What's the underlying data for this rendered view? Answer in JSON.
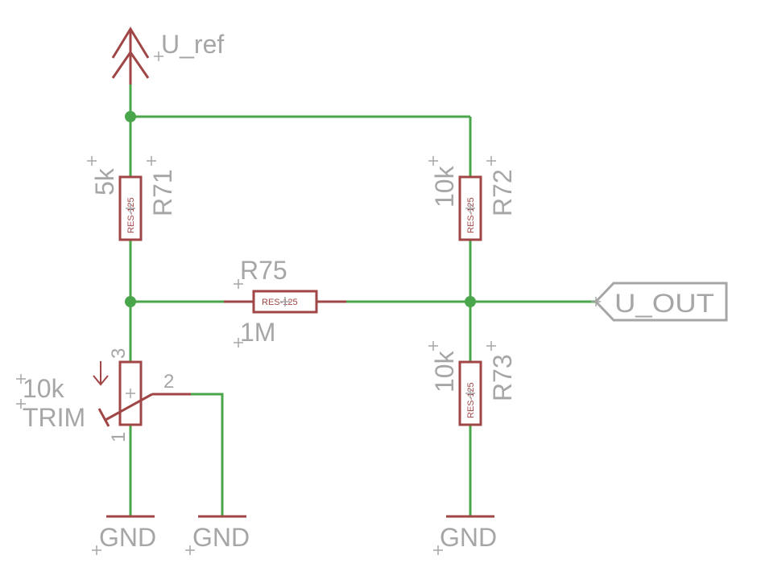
{
  "colors": {
    "wire": "#4aa64a",
    "symbol": "#a04646",
    "text": "#a6a6a6",
    "background": "#ffffff"
  },
  "supply": {
    "name": "U_ref"
  },
  "resistors": {
    "r71": {
      "name": "R71",
      "value": "5k",
      "package": "RES-125"
    },
    "r72": {
      "name": "R72",
      "value": "10k",
      "package": "RES-125"
    },
    "r73": {
      "name": "R73",
      "value": "10k",
      "package": "RES-125"
    },
    "r75": {
      "name": "R75",
      "value": "1M",
      "package": "RES-125"
    }
  },
  "trimmer": {
    "value": "10k",
    "name": "TRIM",
    "pin1": "1",
    "pin2": "2",
    "pin3": "3"
  },
  "output_port": {
    "name": "U_OUT"
  },
  "grounds": [
    "GND",
    "GND",
    "GND"
  ]
}
